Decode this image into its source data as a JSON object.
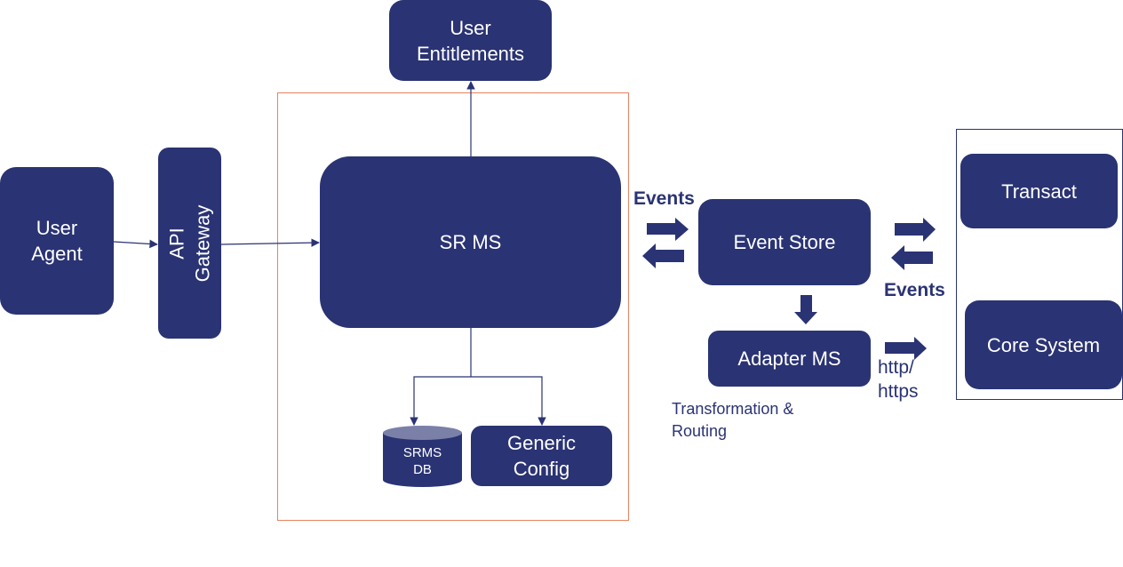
{
  "diagram": {
    "nodes": {
      "user_agent": "User\nAgent",
      "api_gateway": "API Gateway",
      "user_entitlements": "User\nEntitlements",
      "sr_ms": "SR MS",
      "srms_db": "SRMS\nDB",
      "generic_config": "Generic\nConfig",
      "event_store": "Event Store",
      "adapter_ms": "Adapter MS",
      "transact": "Transact",
      "core_system": "Core System"
    },
    "labels": {
      "events_left": "Events",
      "events_right": "Events",
      "transformation_routing": "Transformation  &\nRouting",
      "http_https": "http/\nhttps"
    },
    "colors": {
      "node_fill": "#2a3373",
      "db_top": "#7b80a8",
      "orange_frame": "#e8835f",
      "connector": "#2a3373"
    },
    "edges": [
      {
        "from": "User Agent",
        "to": "API Gateway"
      },
      {
        "from": "API Gateway",
        "to": "SR MS"
      },
      {
        "from": "SR MS",
        "to": "User Entitlements"
      },
      {
        "from": "SR MS",
        "to": "SRMS DB"
      },
      {
        "from": "SR MS",
        "to": "Generic Config"
      },
      {
        "from": "SR MS",
        "to": "Event Store",
        "bidirectional": true,
        "label": "Events"
      },
      {
        "from": "Event Store",
        "to": "Transact / Core System",
        "bidirectional": true,
        "label": "Events"
      },
      {
        "from": "Event Store",
        "to": "Adapter MS"
      },
      {
        "from": "Adapter MS",
        "to": "Core System",
        "label": "http/https"
      }
    ]
  }
}
